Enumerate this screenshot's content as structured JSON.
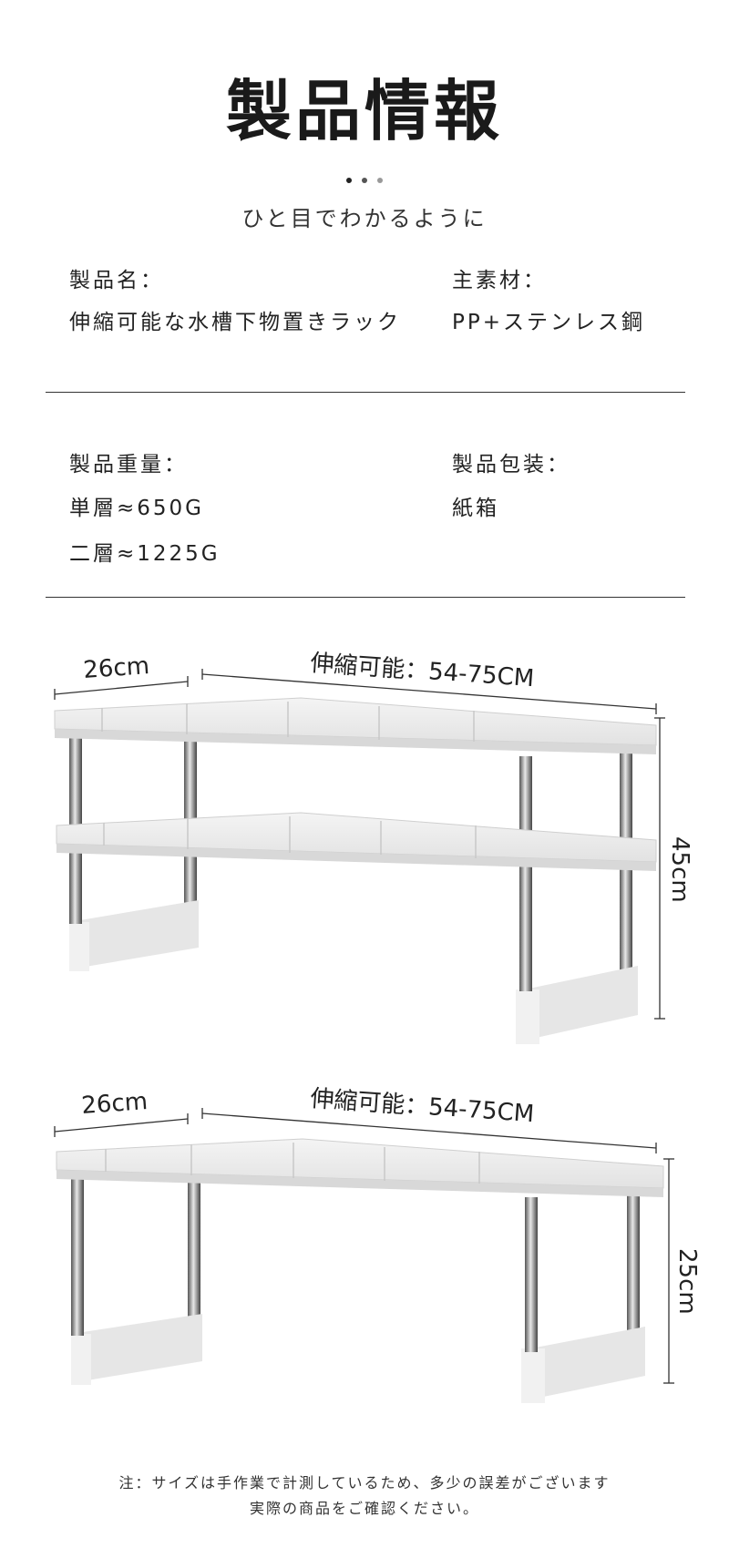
{
  "header": {
    "title": "製品情報",
    "subtitle": "ひと目でわかるように",
    "dot_colors": [
      "#222222",
      "#555555",
      "#999999"
    ]
  },
  "specs": {
    "name_label": "製品名：",
    "name_value": "伸縮可能な水槽下物置きラック",
    "material_label": "主素材：",
    "material_value": "PP+ステンレス鋼",
    "weight_label": "製品重量：",
    "weight_single": "単層≈650G",
    "weight_double": "二層≈1225G",
    "package_label": "製品包装：",
    "package_value": "紙箱"
  },
  "diagram_top": {
    "depth_label": "26cm",
    "width_label": "伸縮可能：54-75CM",
    "height_label": "45cm"
  },
  "diagram_bottom": {
    "depth_label": "26cm",
    "width_label": "伸縮可能：54-75CM",
    "height_label": "25cm"
  },
  "footer": {
    "note_line1": "注：サイズは手作業で計測しているため、多少の誤差がございます",
    "note_line2": "実際の商品をご確認ください。"
  }
}
